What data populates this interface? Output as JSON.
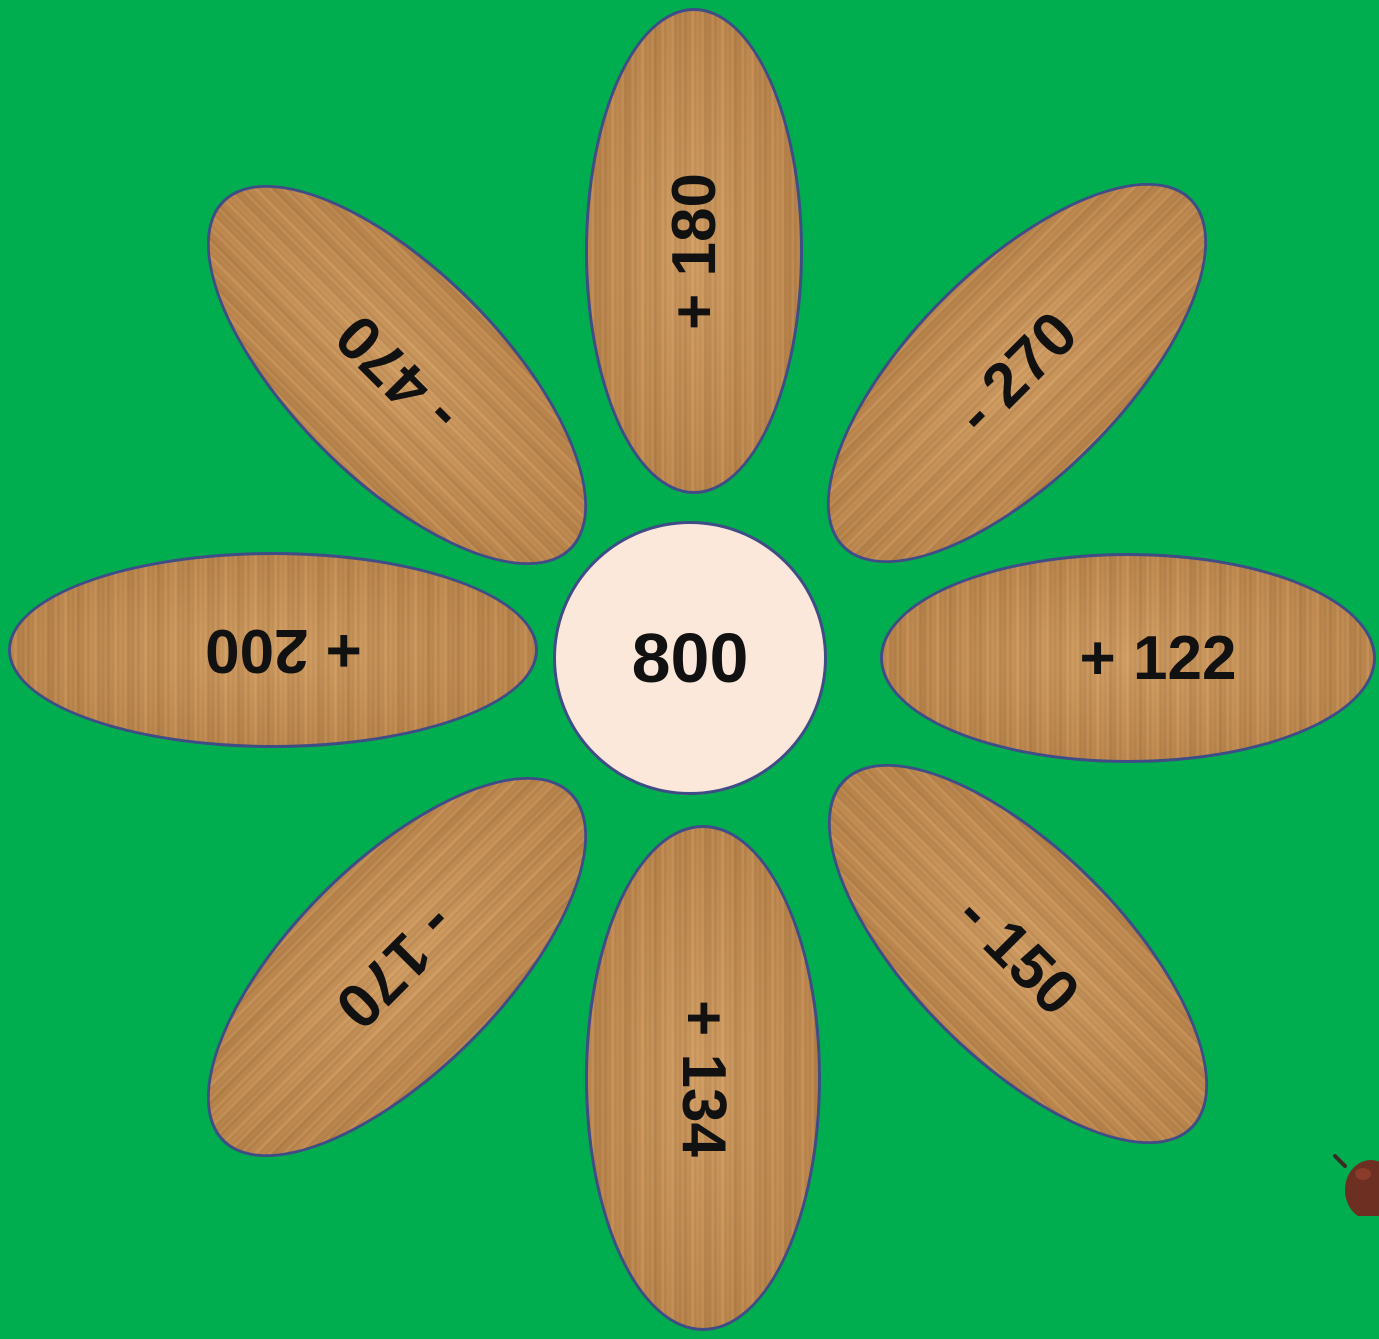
{
  "center": {
    "value": "800"
  },
  "petals": [
    {
      "label": "+ 180"
    },
    {
      "label": "- 270"
    },
    {
      "label": "+ 122"
    },
    {
      "label": "- 150"
    },
    {
      "label": "+ 134"
    },
    {
      "label": "- 170"
    },
    {
      "label": "+ 200"
    },
    {
      "label": "- 470"
    }
  ],
  "colors": {
    "background": "#00ae50",
    "petal_border": "#3f4c86",
    "center_fill": "#fbe8da",
    "text": "#111111"
  }
}
